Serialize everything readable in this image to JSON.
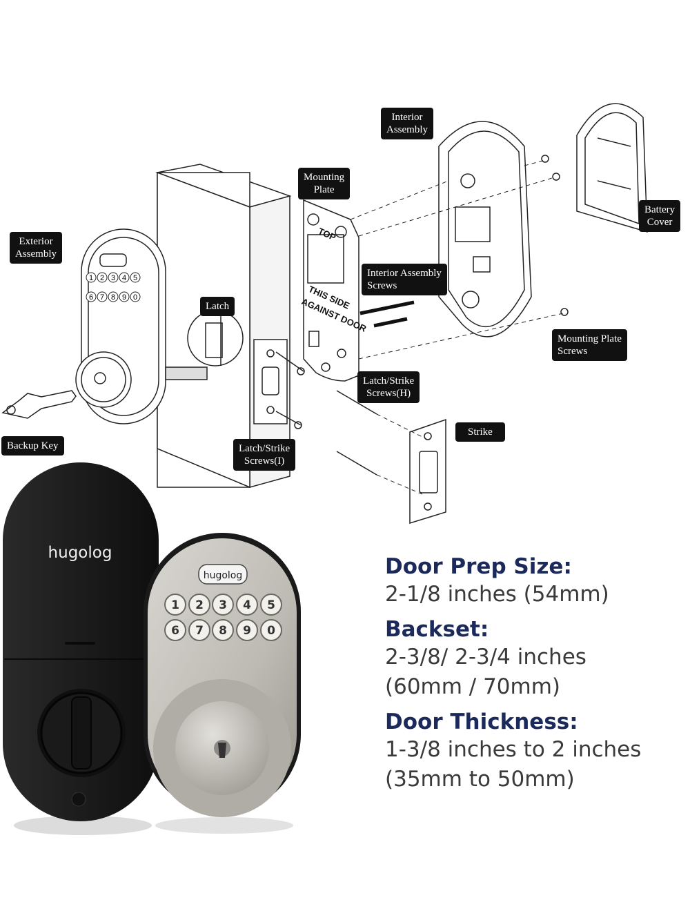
{
  "diagram": {
    "labels": {
      "interior_assembly": [
        "Interior",
        "Assembly"
      ],
      "mounting_plate": [
        "Mounting",
        "Plate"
      ],
      "exterior_assembly": [
        "Exterior",
        "Assembly"
      ],
      "battery_cover": [
        "Battery",
        "Cover"
      ],
      "interior_assembly_screws": [
        "Interior Assembly",
        "Screws"
      ],
      "latch": [
        "Latch"
      ],
      "mounting_plate_screws": [
        "Mounting Plate",
        "Screws"
      ],
      "latch_strike_screws_h": [
        "Latch/Strike",
        "Screws(H)"
      ],
      "strike": [
        "Strike"
      ],
      "backup_key": [
        "Backup Key"
      ],
      "latch_strike_screws_i": [
        "Latch/Strike",
        "Screws(I)"
      ]
    },
    "plate_text": {
      "top": "TOP",
      "this_side": "THIS SIDE",
      "against_door": "AGAINST DOOR"
    },
    "keypad_digits": [
      "1",
      "2",
      "3",
      "4",
      "5",
      "6",
      "7",
      "8",
      "9",
      "0"
    ]
  },
  "product": {
    "brand": "hugolog",
    "keypad_digits": [
      "1",
      "2",
      "3",
      "4",
      "5",
      "6",
      "7",
      "8",
      "9",
      "0"
    ]
  },
  "specs": [
    {
      "heading": "Door Prep Size:",
      "lines": [
        "2-1/8 inches (54mm)"
      ]
    },
    {
      "heading": "Backset:",
      "lines": [
        "2-3/8/ 2-3/4 inches",
        "(60mm / 70mm)"
      ]
    },
    {
      "heading": "Door Thickness:",
      "lines": [
        "1-3/8 inches to 2 inches",
        "(35mm to 50mm)"
      ]
    }
  ],
  "colors": {
    "heading": "#1b2a5a",
    "body_text": "#3a3a3a",
    "callout_bg": "#111111",
    "lock_black": "#1e1e1e",
    "lock_nickel": "#bdbab3"
  }
}
